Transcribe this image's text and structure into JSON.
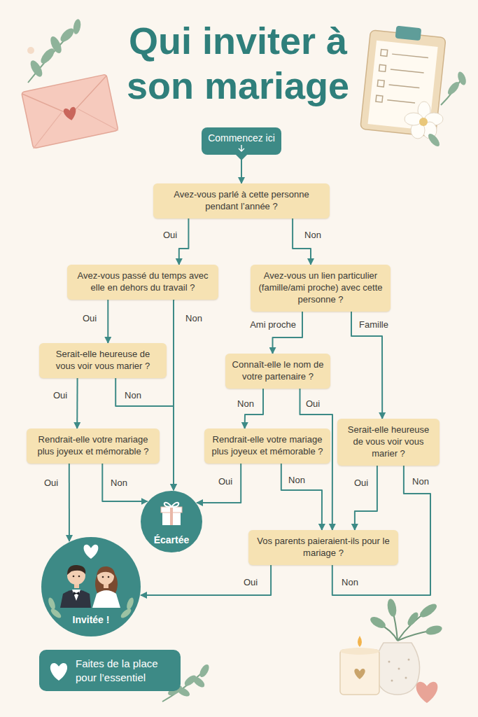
{
  "diagram": {
    "title": "Qui inviter à son mariage",
    "nodes": [
      {
        "text": [
          "Commencez ici"
        ]
      },
      {
        "text": [
          "Avez-vous parlé à cette personne pendant l’année ?"
        ]
      },
      {
        "text": [
          "Avez-vous passé du temps avec elle en dehors du travail ?"
        ]
      },
      {
        "text": [
          "Avez-vous un lien particulier (famille/ami proche) avec cette personne ?"
        ]
      },
      {
        "text": [
          "Serait-elle heureuse de vous voir vous marier ?"
        ]
      },
      {
        "text": [
          "Connaît-elle le nom de votre partenaire ?"
        ]
      },
      {
        "text": [
          "Rendrait-elle votre mariage plus joyeux et mémorable ?"
        ]
      },
      {
        "text": [
          "Rendrait-elle votre mariage plus joyeux et mémorable ?"
        ]
      },
      {
        "text": [
          "Serait-elle heureuse de vous voir vous marier ?"
        ]
      },
      {
        "text": [
          "Écartée"
        ]
      },
      {
        "text": [
          "Vos parents paieraient-ils pour le mariage ?"
        ]
      },
      {
        "text": [
          "Invitée !"
        ]
      },
      {
        "text": [
          "Faites de la place pour l’essentiel"
        ]
      }
    ],
    "edges": [
      {
        "from": 0,
        "to": 1,
        "arrow": "to"
      },
      {
        "from": 1,
        "to": 2,
        "label": "Oui",
        "arrow": "to"
      },
      {
        "from": 1,
        "to": 3,
        "label": "Non",
        "arrow": "to"
      },
      {
        "from": 2,
        "to": 4,
        "label": "Oui",
        "arrow": "to"
      },
      {
        "from": 2,
        "to": 9,
        "label": "Non",
        "arrow": "to"
      },
      {
        "from": 3,
        "to": 5,
        "label": "Ami proche",
        "arrow": "to"
      },
      {
        "from": 3,
        "to": 8,
        "label": "Famille",
        "arrow": "to"
      },
      {
        "from": 4,
        "to": 6,
        "label": "Oui",
        "arrow": "to"
      },
      {
        "from": 4,
        "to": 9,
        "label": "Non",
        "arrow": "to"
      },
      {
        "from": 6,
        "to": 11,
        "label": "Oui",
        "arrow": "to"
      },
      {
        "from": 6,
        "to": 9,
        "label": "Non",
        "arrow": "to"
      },
      {
        "from": 5,
        "to": 7,
        "label": "Non",
        "arrow": "to"
      },
      {
        "from": 5,
        "to": 10,
        "label": "Oui",
        "arrow": "to"
      },
      {
        "from": 7,
        "to": 9,
        "label": "Oui",
        "arrow": "to"
      },
      {
        "from": 7,
        "to": 10,
        "label": "Non",
        "arrow": "to"
      },
      {
        "from": 8,
        "to": 10,
        "label": "Oui",
        "arrow": "to"
      },
      {
        "from": 10,
        "to": 11,
        "label": "Oui",
        "arrow": "to"
      },
      {
        "from": 8,
        "to": 10,
        "label": "Non",
        "arrow": "none"
      }
    ],
    "labels": [
      "Non"
    ]
  }
}
